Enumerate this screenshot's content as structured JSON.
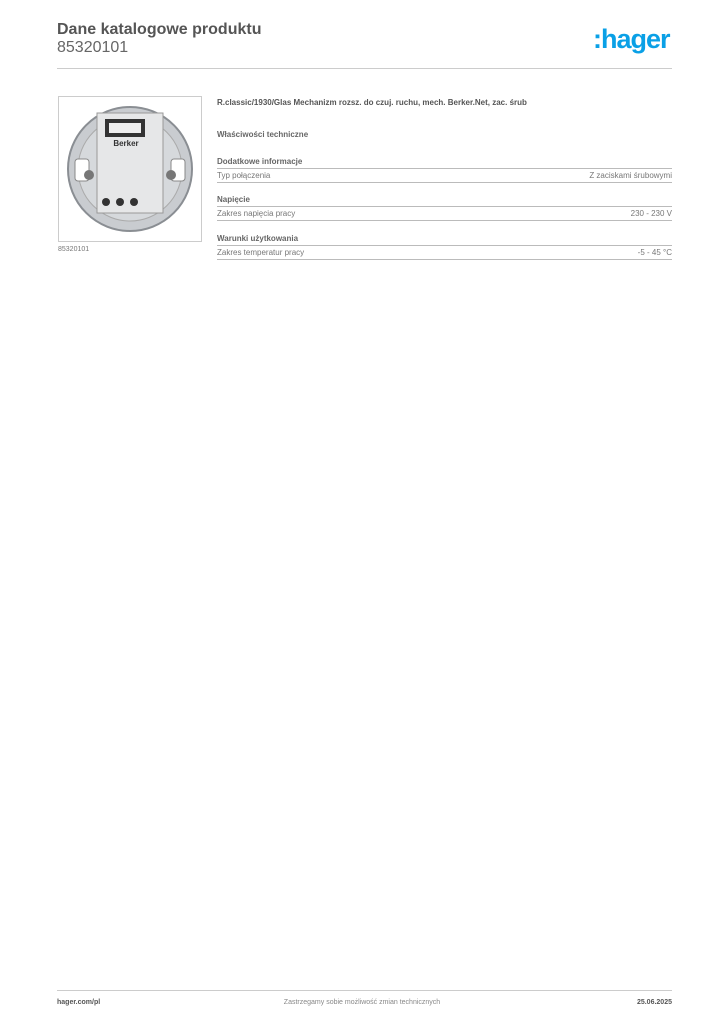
{
  "header": {
    "title": "Dane katalogowe produktu",
    "code": "85320101",
    "logo": ":hager",
    "logo_color": "#0aa0e6"
  },
  "product": {
    "image_caption": "85320101",
    "image_brand": "Berker",
    "title": "R.classic/1930/Glas Mechanizm rozsz. do czuj. ruchu, mech. Berker.Net, zac. śrub"
  },
  "properties_heading": "Właściwości techniczne",
  "sections": [
    {
      "heading": "Dodatkowe informacje",
      "rows": [
        {
          "label": "Typ połączenia",
          "value": "Z zaciskami śrubowymi"
        }
      ]
    },
    {
      "heading": "Napięcie",
      "rows": [
        {
          "label": "Zakres napięcia pracy",
          "value": "230 - 230 V"
        }
      ]
    },
    {
      "heading": "Warunki użytkowania",
      "rows": [
        {
          "label": "Zakres temperatur pracy",
          "value": "-5 - 45 °C"
        }
      ]
    }
  ],
  "footer": {
    "url": "hager.com/pl",
    "note": "Zastrzegamy sobie możliwość zmian technicznych",
    "date": "25.06.2025"
  }
}
